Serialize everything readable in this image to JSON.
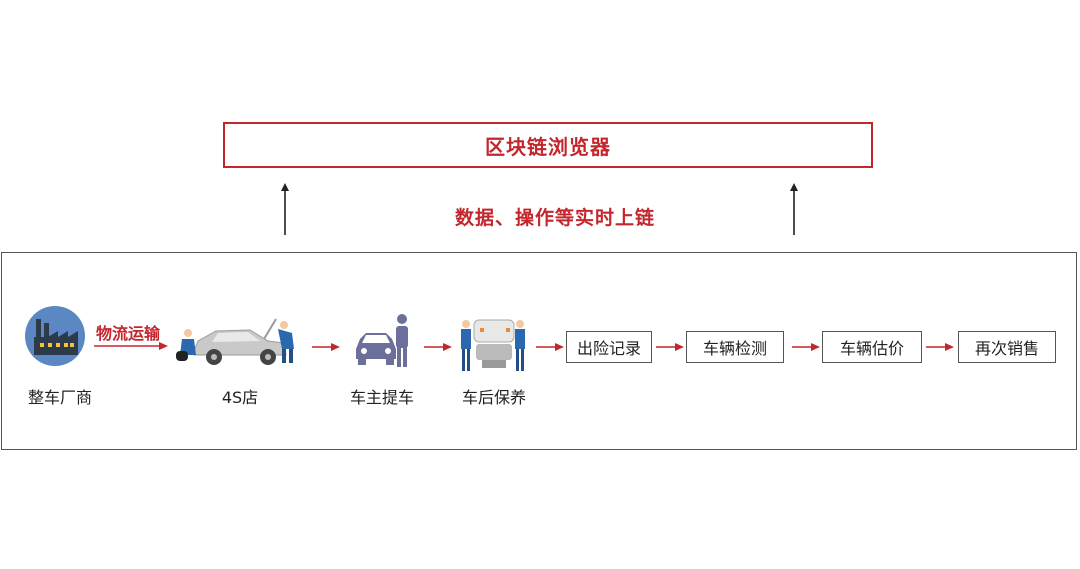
{
  "top": {
    "browser_label": "区块链浏览器",
    "sync_label": "数据、操作等实时上链"
  },
  "flow": {
    "logistics_label": "物流运输",
    "stages": [
      {
        "label": "整车厂商",
        "icon": "factory-icon"
      },
      {
        "label": "4S店",
        "icon": "car-repair-icon"
      },
      {
        "label": "车主提车",
        "icon": "car-owner-icon"
      },
      {
        "label": "车后保养",
        "icon": "car-maintenance-icon"
      }
    ],
    "steps": [
      "出险记录",
      "车辆检测",
      "车辆估价",
      "再次销售"
    ]
  },
  "colors": {
    "accent": "#c4262e",
    "frame": "#555555"
  }
}
